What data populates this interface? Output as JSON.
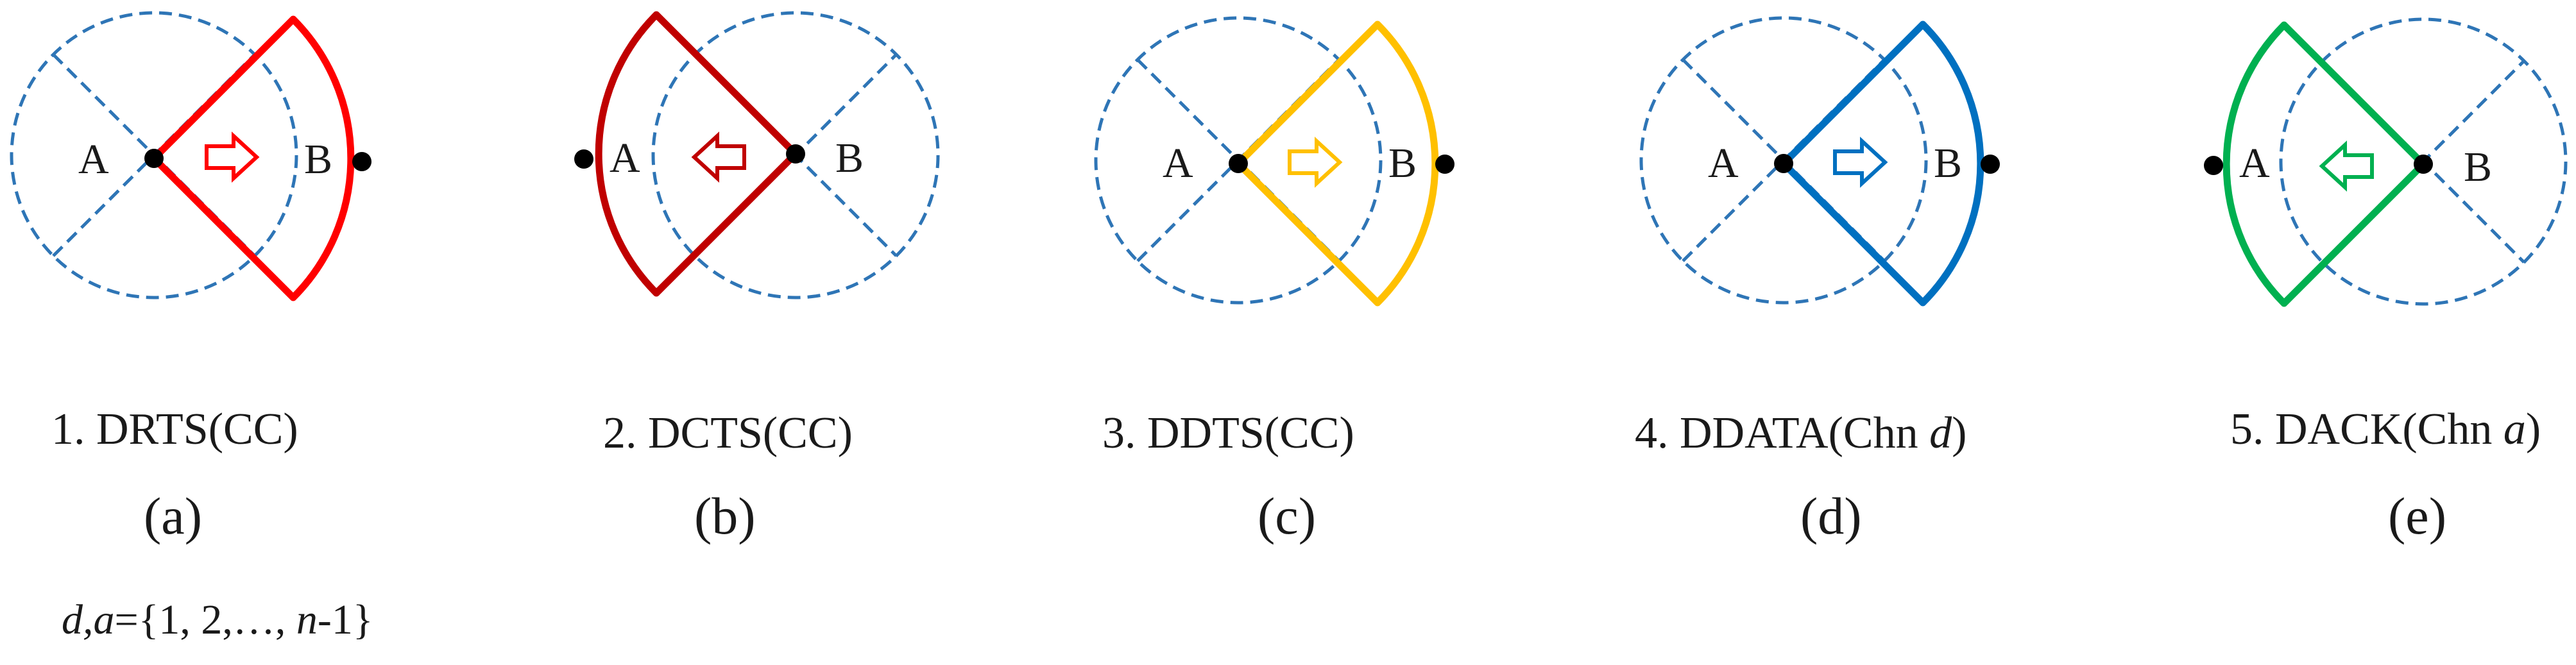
{
  "panels": [
    {
      "id": "a",
      "node_left": "A",
      "node_right": "B",
      "caption_prefix": "1. DRTS(CC)",
      "caption_italic": "",
      "caption_suffix": "",
      "sublabel": "(a)",
      "color": "#ff0000",
      "direction": "right"
    },
    {
      "id": "b",
      "node_left": "A",
      "node_right": "B",
      "caption_prefix": "2. DCTS(CC)",
      "caption_italic": "",
      "caption_suffix": "",
      "sublabel": "(b)",
      "color": "#c00000",
      "direction": "left"
    },
    {
      "id": "c",
      "node_left": "A",
      "node_right": "B",
      "caption_prefix": "3. DDTS(CC)",
      "caption_italic": "",
      "caption_suffix": "",
      "sublabel": "(c)",
      "color": "#ffc000",
      "direction": "right"
    },
    {
      "id": "d",
      "node_left": "A",
      "node_right": "B",
      "caption_prefix": "4. DDATA(Chn ",
      "caption_italic": "d",
      "caption_suffix": ")",
      "sublabel": "(d)",
      "color": "#0070c0",
      "direction": "right"
    },
    {
      "id": "e",
      "node_left": "A",
      "node_right": "B",
      "caption_prefix": "5. DACK(Chn ",
      "caption_italic": "a",
      "caption_suffix": ")",
      "sublabel": "(e)",
      "color": "#00b050",
      "direction": "left"
    }
  ],
  "footnote": {
    "italic_vars": "d,a",
    "equals_open": "={1, 2,…, ",
    "italic_n": "n",
    "close": "-1}"
  },
  "colors": {
    "range_circle": "#2e75b6",
    "node": "#000000"
  }
}
